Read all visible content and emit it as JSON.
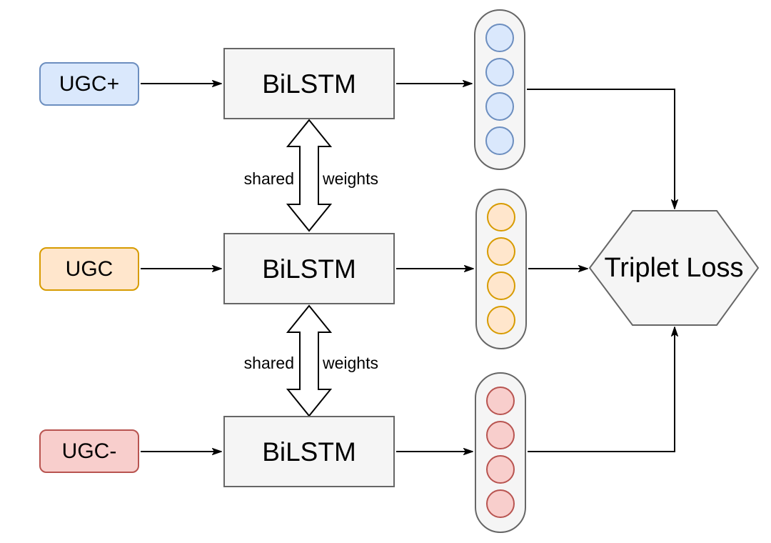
{
  "colors": {
    "canvas_bg": "#ffffff",
    "blue_fill": "#dae8fc",
    "blue_stroke": "#6c8ebf",
    "orange_fill": "#ffe6cc",
    "orange_stroke": "#d79b00",
    "red_fill": "#f8cecc",
    "red_stroke": "#b85450",
    "node_fill": "#f5f5f5",
    "node_stroke": "#666666",
    "arrow": "#000000",
    "arrow_label": "#000000"
  },
  "inputs": {
    "positive": {
      "label": "UGC+"
    },
    "anchor": {
      "label": "UGC"
    },
    "negative": {
      "label": "UGC-"
    }
  },
  "encoders": {
    "top": {
      "label": "BiLSTM"
    },
    "middle": {
      "label": "BiLSTM"
    },
    "bottom": {
      "label": "BiLSTM"
    }
  },
  "shared_weights": {
    "left_label": "shared",
    "right_label": "weights"
  },
  "embeddings": {
    "positive": {
      "units": 4
    },
    "anchor": {
      "units": 4
    },
    "negative": {
      "units": 4
    }
  },
  "loss": {
    "label": "Triplet Loss"
  }
}
